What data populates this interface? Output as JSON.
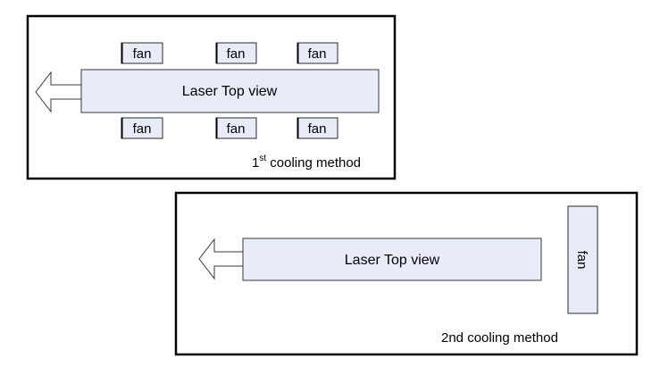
{
  "panel1": {
    "laser_label": "Laser Top view",
    "fan_label": "fan",
    "fans_top": [
      "fan",
      "fan",
      "fan"
    ],
    "fans_bottom": [
      "fan",
      "fan",
      "fan"
    ],
    "caption": {
      "number": "1",
      "superscript": "st",
      "text": " cooling method"
    }
  },
  "panel2": {
    "laser_label": "Laser Top view",
    "fan_label": "fan",
    "caption": "2nd cooling method"
  }
}
